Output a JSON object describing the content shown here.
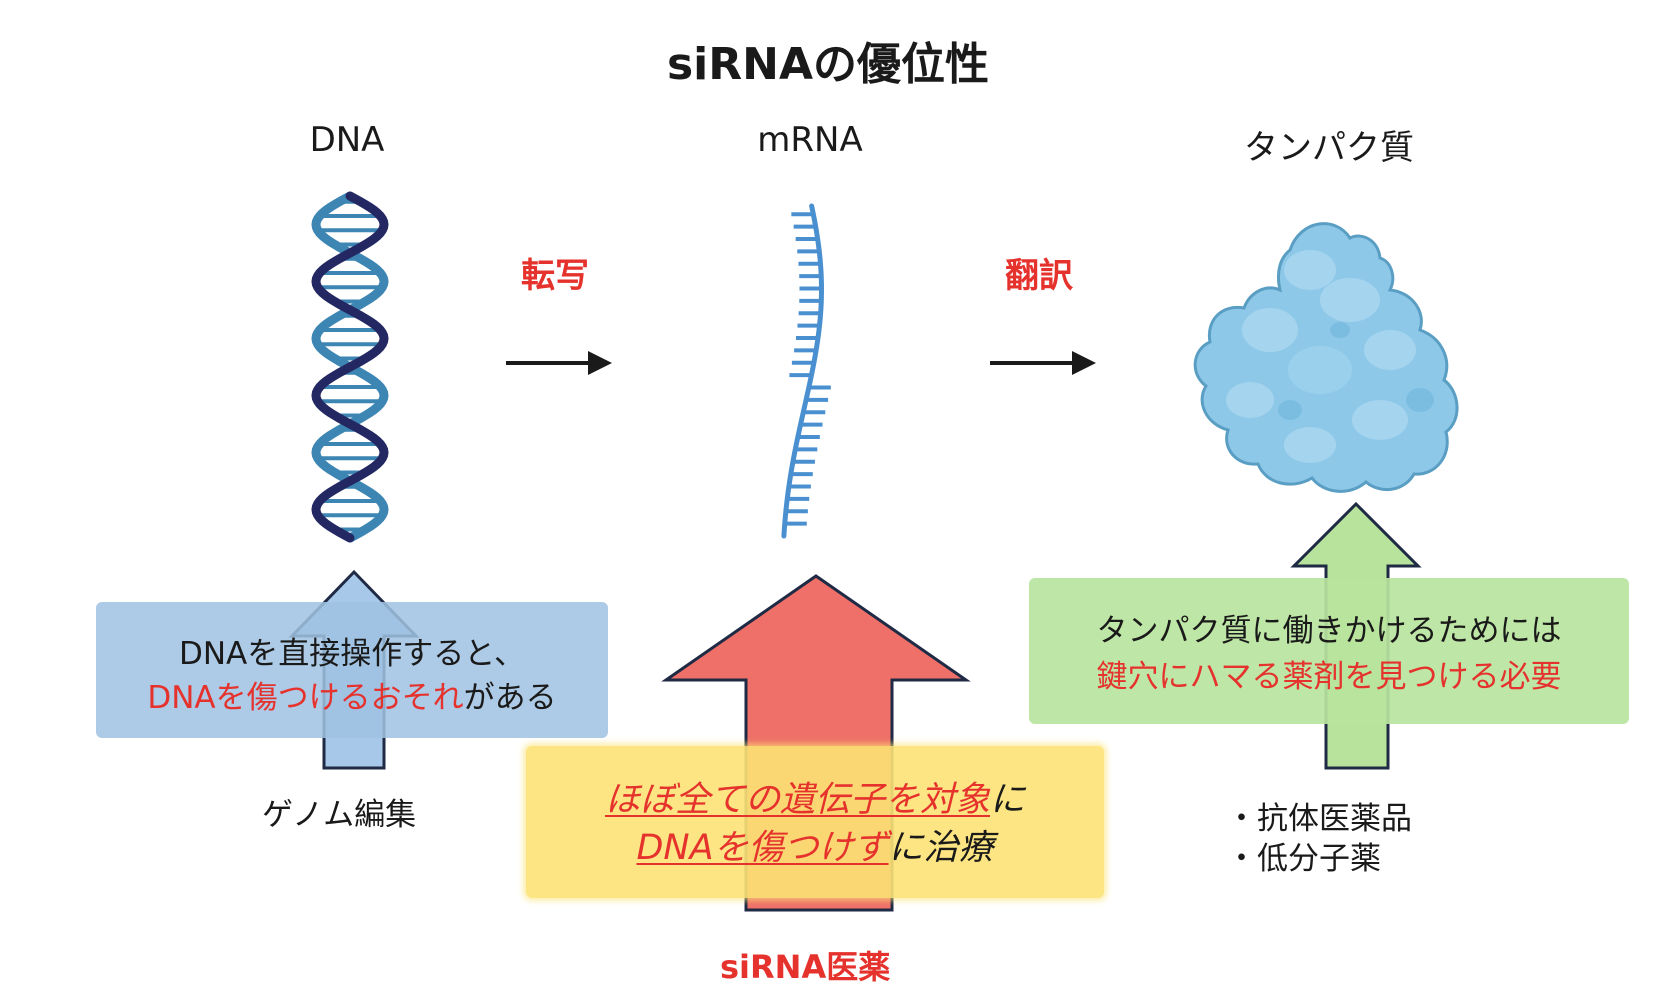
{
  "title": "siRNAの優位性",
  "stages": {
    "dna": "DNA",
    "mrna": "mRNA",
    "protein": "タンパク質"
  },
  "processes": {
    "transcription": "転写",
    "translation": "翻訳"
  },
  "dna_box": {
    "line1": "DNAを直接操作すると、",
    "line2_red": "DNAを傷つけるおそれ",
    "line2_rest": "がある"
  },
  "protein_box": {
    "line1": "タンパク質に働きかけるためには",
    "line2_red": "鍵穴にハマる薬剤を見つける必要"
  },
  "sirna_box": {
    "line1_red": "ほぼ全ての遺伝子を対象",
    "line1_rest": "に",
    "line2_red": "DNAを傷つけず",
    "line2_rest": "に治療"
  },
  "labels": {
    "genome_editing": "ゲノム編集",
    "antibody": "・抗体医薬品",
    "small_molecule": "・低分子薬",
    "sirna_drug": "siRNA医薬"
  },
  "colors": {
    "accent_red": "#e5322d",
    "dna_dark": "#232863",
    "dna_light": "#3d86b4",
    "mrna": "#4a90d0",
    "protein": "#8ec8e8",
    "arrow_blue": "#a8c8ea",
    "arrow_red": "#ee7068",
    "arrow_green": "#b8e39c"
  }
}
